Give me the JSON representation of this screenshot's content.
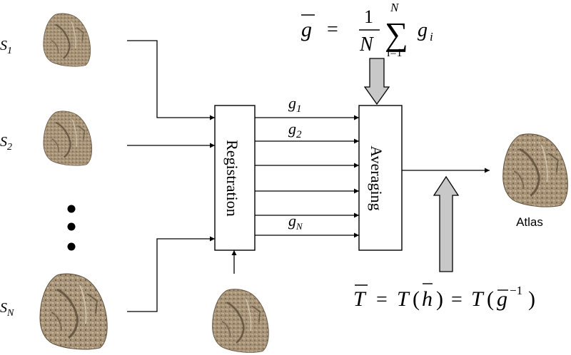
{
  "inputs": [
    {
      "base": "S",
      "sub": "1"
    },
    {
      "base": "S",
      "sub": "2"
    },
    {
      "base": "S",
      "sub": "N"
    }
  ],
  "blocks": {
    "registration": "Registration",
    "averaging": "Averaging"
  },
  "transforms": [
    {
      "base": "g",
      "sub": "1"
    },
    {
      "base": "g",
      "sub": "2"
    },
    {
      "base": "g",
      "sub": "N"
    }
  ],
  "formula_top": {
    "lhs": "g",
    "equals": "=",
    "numerator": "1",
    "denominator": "N",
    "sum_sign": "∑",
    "sum_upper": "N",
    "sum_lower": "i=1",
    "term": "g",
    "term_sub": "i"
  },
  "formula_bottom": {
    "lhs": "T",
    "equals": "=",
    "T": "T",
    "lparen": "(",
    "rparen": ")",
    "h": "h",
    "g": "g",
    "exp": "−1"
  },
  "output_label": "Atlas",
  "colors": {
    "line": "#000000",
    "block_arrow_fill": "#c8c8c8",
    "lung_base": "#a89478",
    "lung_dark": "#6e5c46",
    "lung_light": "#cdbda4"
  }
}
